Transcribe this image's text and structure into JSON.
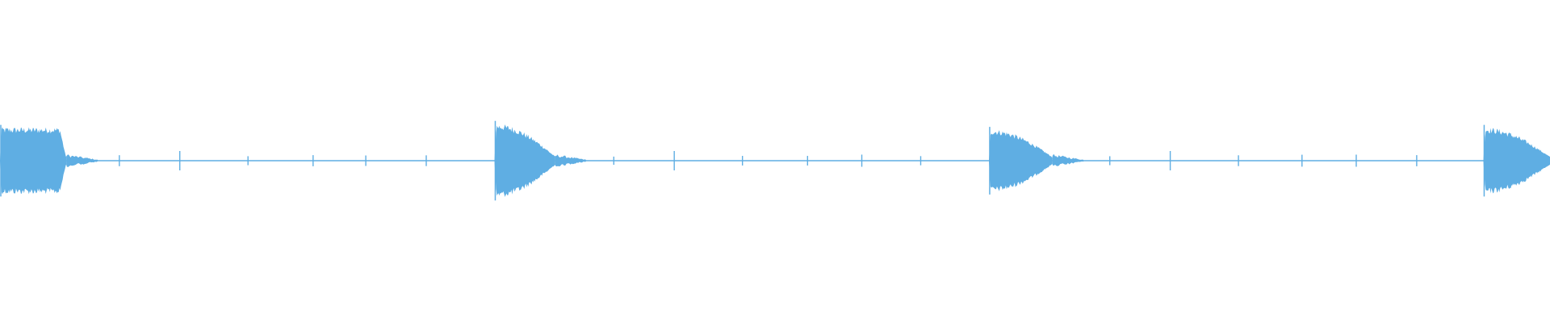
{
  "waveform": {
    "color": "#5faee3",
    "background": "#ffffff",
    "bursts": [
      {
        "start": 0.0,
        "end": 0.043,
        "peak": 0.36,
        "shape": "sustain"
      },
      {
        "start": 0.319,
        "end": 0.358,
        "peak": 0.4,
        "shape": "decay"
      },
      {
        "start": 0.638,
        "end": 0.679,
        "peak": 0.34,
        "shape": "decay"
      },
      {
        "start": 0.957,
        "end": 1.0,
        "peak": 0.36,
        "shape": "decay"
      }
    ],
    "clicks": [
      0.077,
      0.116,
      0.16,
      0.202,
      0.236,
      0.275,
      0.396,
      0.435,
      0.479,
      0.521,
      0.556,
      0.594,
      0.716,
      0.755,
      0.799,
      0.84,
      0.875,
      0.914
    ]
  }
}
